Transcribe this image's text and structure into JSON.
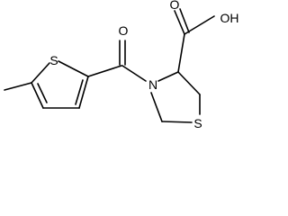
{
  "molecule": {
    "atoms": {
      "thiophene_sulfur": "S",
      "carbonyl_oxygen": "O",
      "ring_nitrogen": "N",
      "thiazolidine_sulfur": "S",
      "acid_group": "OH",
      "acid_carbonyl_oxygen": "O"
    }
  },
  "colors": {
    "bond": "#000000",
    "text": "#000000",
    "background": "#ffffff"
  }
}
